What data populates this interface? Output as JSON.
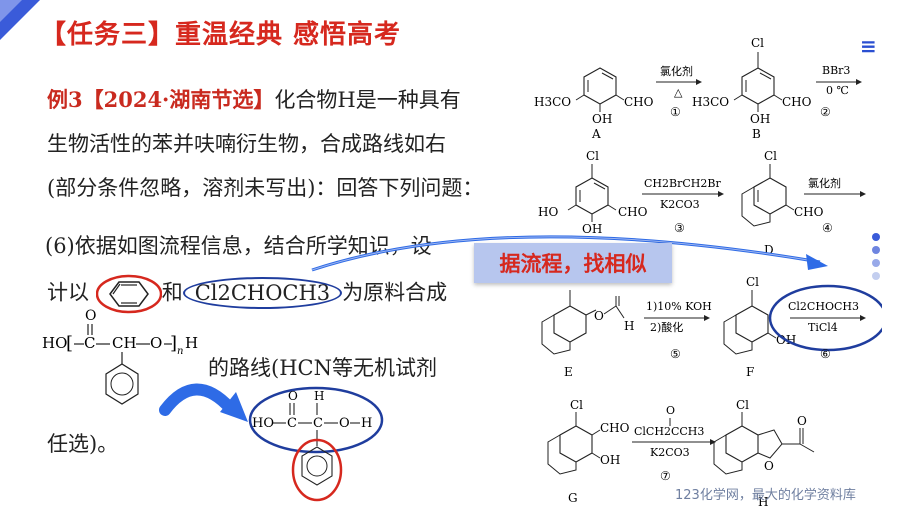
{
  "header": {
    "title": "【任务三】重温经典  感悟高考"
  },
  "question": {
    "label": "例3【2024·湖南节选】",
    "line1": "化合物H是一种具有",
    "line2": "生物活性的苯并呋喃衍生物，合成路线如右",
    "line3": "(部分条件忽略，溶剂未写出)：回答下列问题：",
    "part6_line1": "(6)依据如图流程信息，结合所学知识，设",
    "part6_pre": "计以",
    "part6_and": "和",
    "part6_reagent": "Cl2CHOCH3",
    "part6_post": "为原料合成",
    "part6_route": "的路线(HCN等无机试剂",
    "part6_end": "任选)。"
  },
  "callout": {
    "text": "据流程，找相似"
  },
  "polymer": {
    "left": "HO",
    "bracket_open": "[",
    "c": "C",
    "ch": "CH",
    "o": "O",
    "bracket_close": "]",
    "n": "n",
    "h": "H",
    "carbonyl_o": "O"
  },
  "monomer": {
    "ho": "HO",
    "c": "C",
    "c2": "C",
    "o": "O",
    "h": "H",
    "dbl_o": "O",
    "h_top": "H"
  },
  "scheme": {
    "A": {
      "label": "A",
      "subs": [
        "H3CO",
        "OH",
        "CHO"
      ]
    },
    "B": {
      "label": "B",
      "subs": [
        "Cl",
        "H3CO",
        "OH",
        "CHO"
      ]
    },
    "C": {
      "subs": [
        "Cl",
        "HO",
        "OH",
        "CHO"
      ]
    },
    "D": {
      "label": "D",
      "subs": [
        "Cl",
        "CHO"
      ]
    },
    "E": {
      "label": "E",
      "subs": [
        "O",
        "H"
      ]
    },
    "F": {
      "label": "F",
      "subs": [
        "Cl",
        "OH"
      ]
    },
    "G": {
      "label": "G",
      "subs": [
        "Cl",
        "CHO",
        "OH"
      ]
    },
    "H": {
      "label": "H",
      "subs": [
        "Cl",
        "O"
      ]
    },
    "steps": [
      {
        "num": "①",
        "top": "氯化剂",
        "bottom": "△"
      },
      {
        "num": "②",
        "top": "BBr3",
        "bottom": "0 ℃"
      },
      {
        "num": "③",
        "top": "CH2BrCH2Br",
        "bottom": "K2CO3"
      },
      {
        "num": "④",
        "top": "氯化剂",
        "bottom": ""
      },
      {
        "num": "⑤",
        "top": "1)10% KOH",
        "bottom": "2)酸化"
      },
      {
        "num": "⑥",
        "top": "Cl2CHOCH3",
        "bottom": "TiCl4"
      },
      {
        "num": "⑦",
        "top": "ClCH2CCH3",
        "bottom": "K2CO3",
        "extra": "O"
      }
    ]
  },
  "watermark": "123化学网，最大的化学资料库",
  "colors": {
    "accent_red": "#d6281e",
    "accent_blue": "#1f3d9e",
    "callout_bg": "#b7c6ee"
  }
}
